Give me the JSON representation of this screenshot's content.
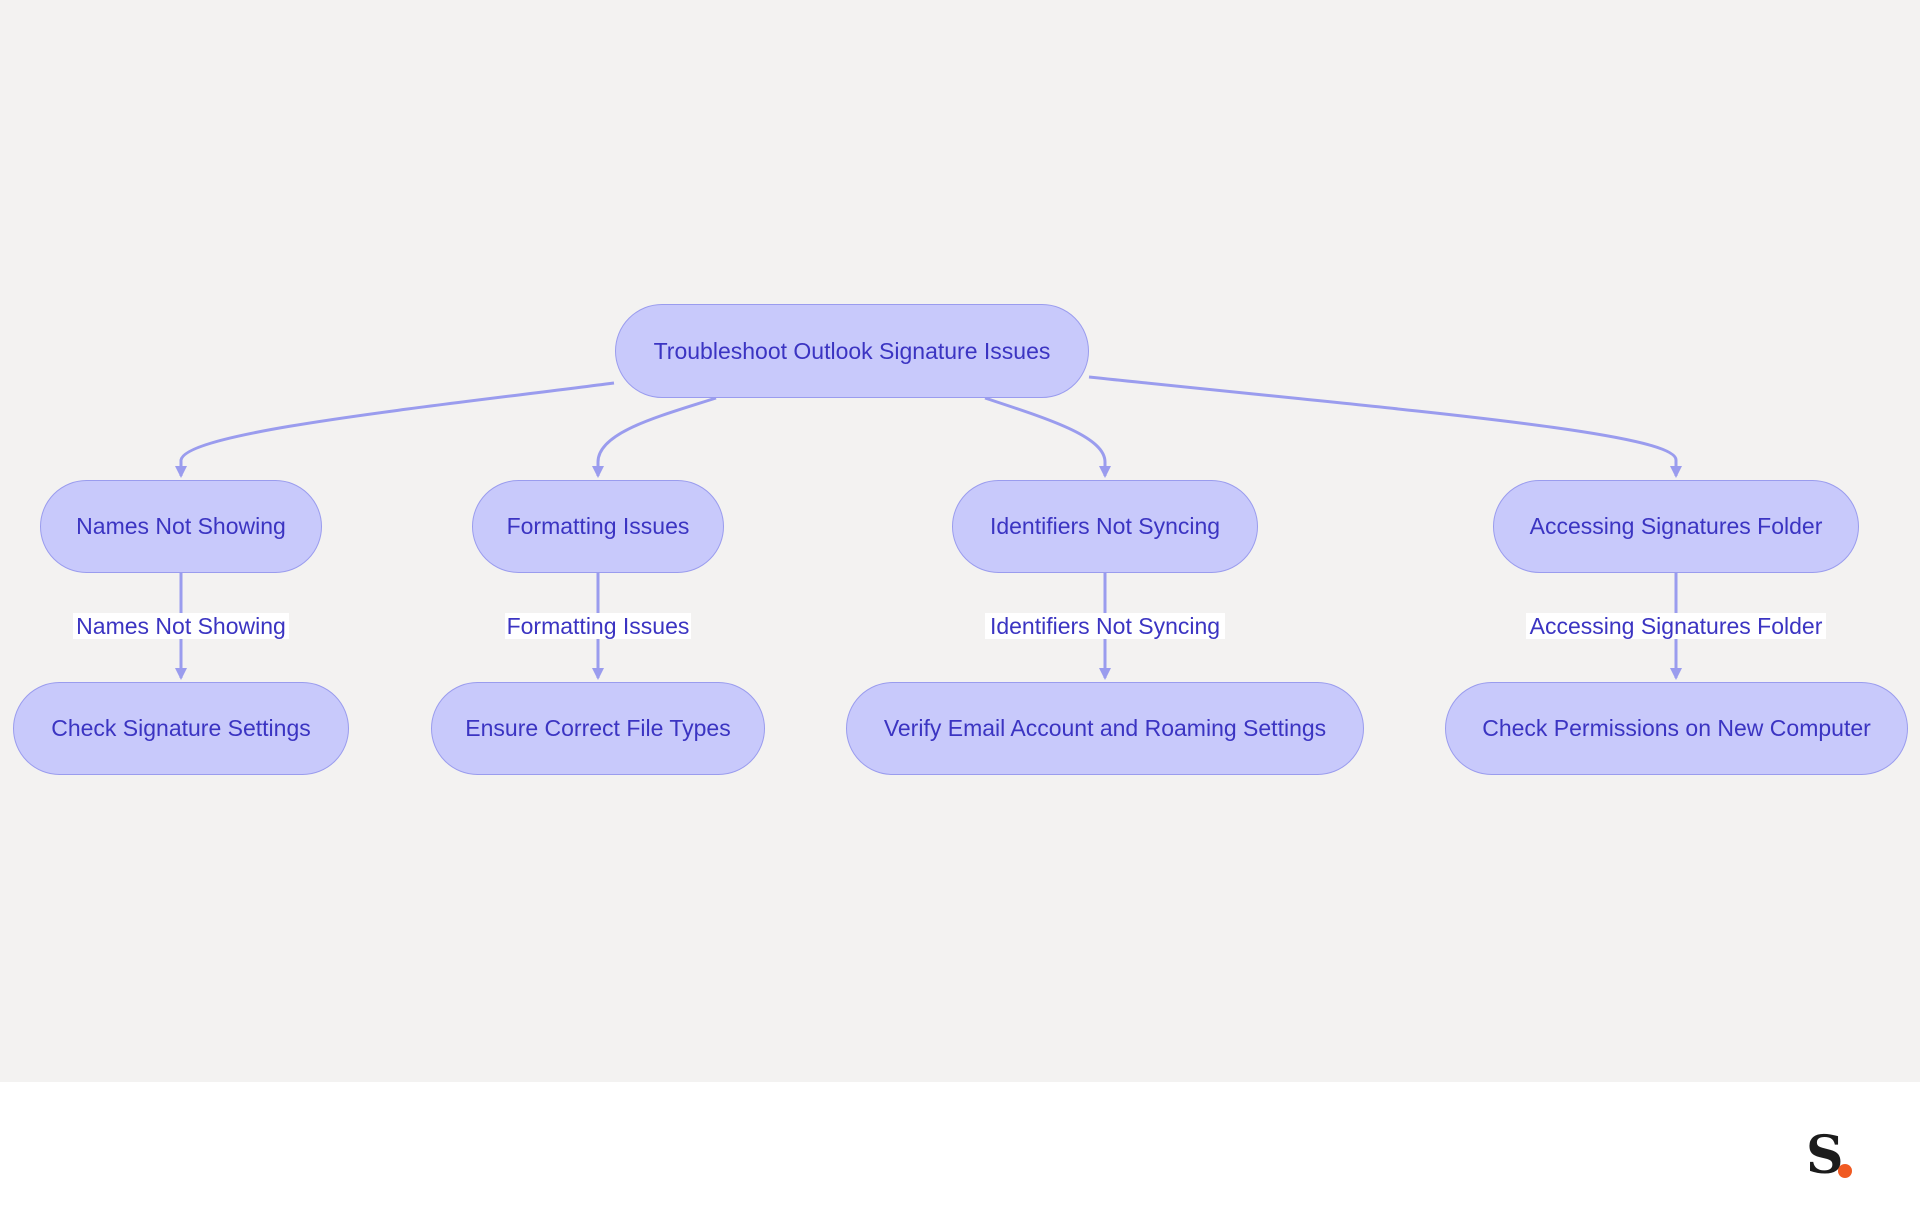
{
  "diagram": {
    "root": {
      "id": "root",
      "label": "Troubleshoot Outlook Signature Issues"
    },
    "branches": [
      {
        "id": "names",
        "label": "Names Not Showing",
        "edge_label": "Names Not Showing",
        "child": {
          "id": "check-settings",
          "label": "Check Signature Settings"
        }
      },
      {
        "id": "formatting",
        "label": "Formatting Issues",
        "edge_label": "Formatting Issues",
        "child": {
          "id": "file-types",
          "label": "Ensure Correct File Types"
        }
      },
      {
        "id": "identifiers",
        "label": "Identifiers Not Syncing",
        "edge_label": "Identifiers Not Syncing",
        "child": {
          "id": "verify-email",
          "label": "Verify Email Account and Roaming Settings"
        }
      },
      {
        "id": "accessing",
        "label": "Accessing Signatures Folder",
        "edge_label": "Accessing Signatures Folder",
        "child": {
          "id": "permissions",
          "label": "Check Permissions on New Computer"
        }
      }
    ],
    "colors": {
      "node_fill": "#c8c9fb",
      "node_border": "#9a9cee",
      "text": "#3b34c2",
      "edge": "#9a9cee",
      "background": "#f3f2f1",
      "logo_dot": "#f05a22"
    }
  },
  "footer": {
    "logo_text": "S"
  }
}
